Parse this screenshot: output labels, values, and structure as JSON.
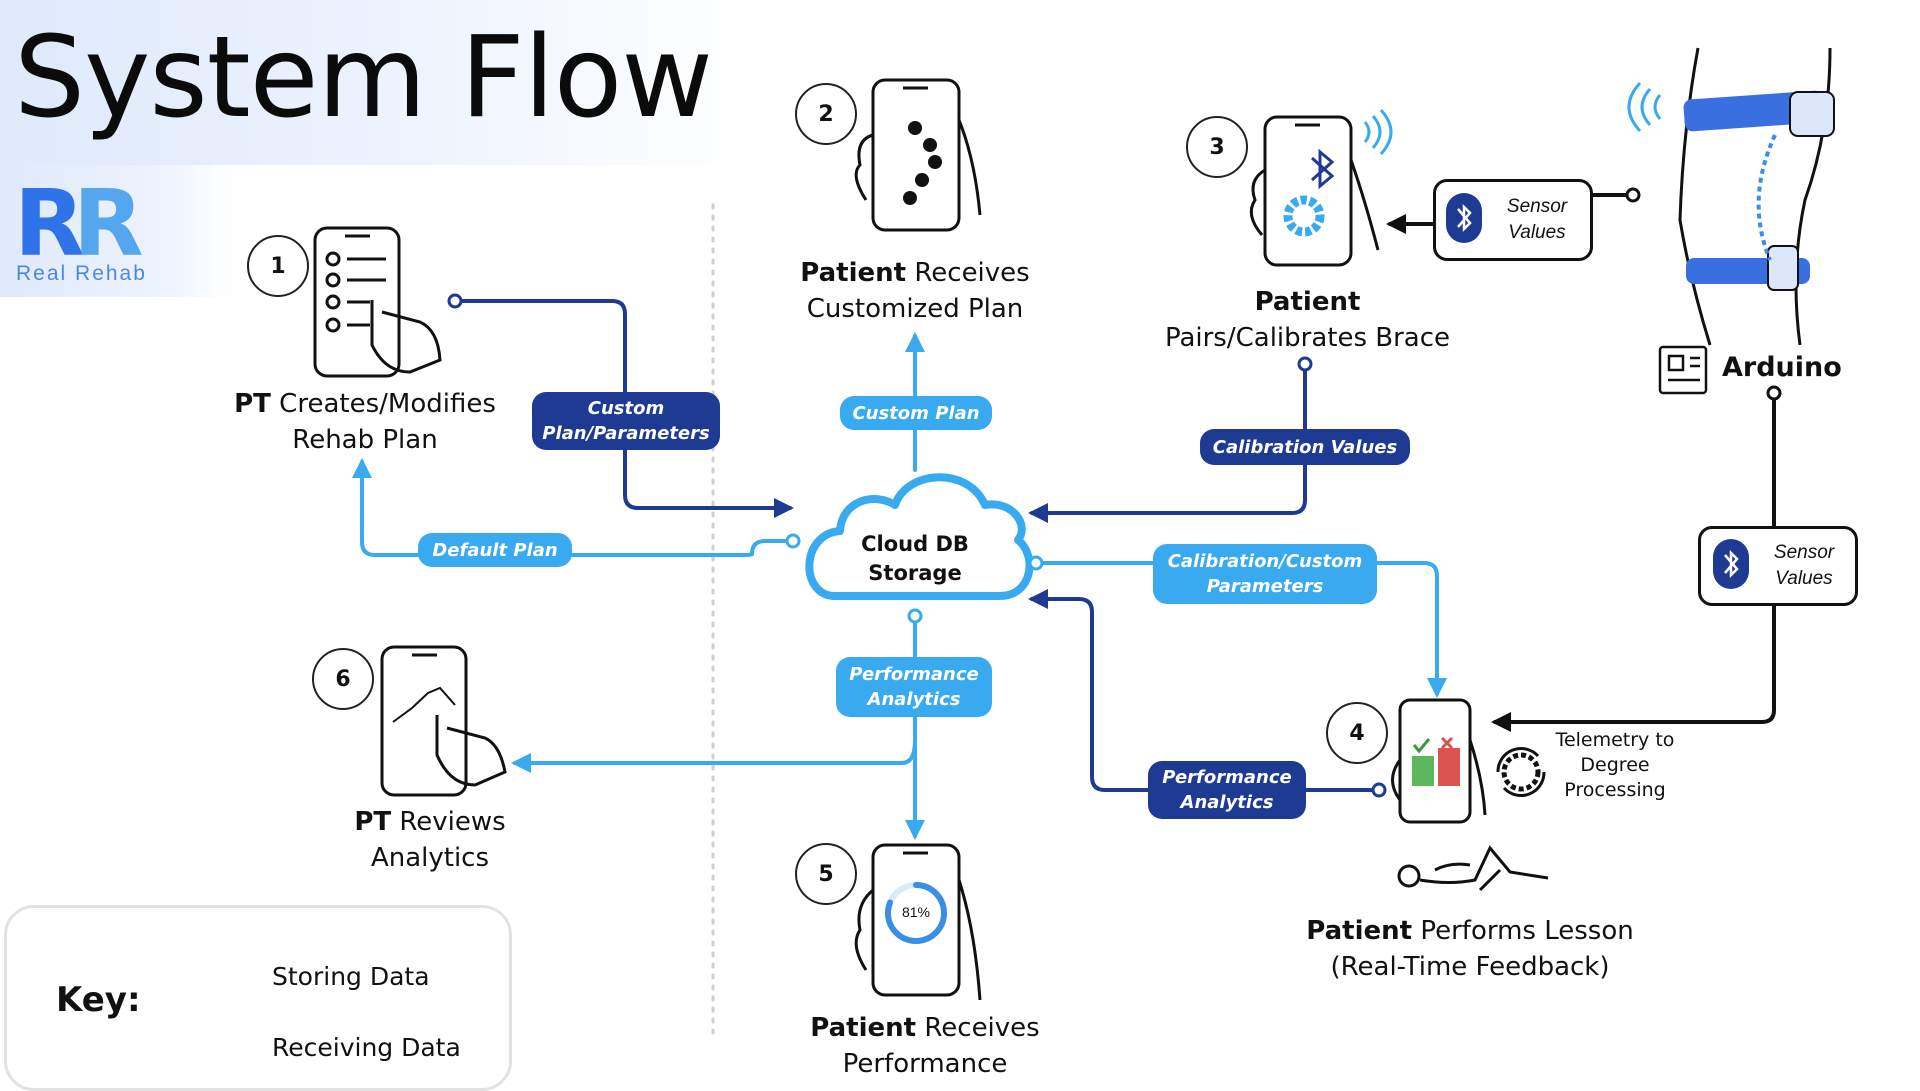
{
  "title": "System Flow",
  "logo": {
    "mark_left": "R",
    "mark_right": "R",
    "text": "Real Rehab"
  },
  "steps": [
    {
      "number": "1",
      "bold": "PT",
      "text_line1": " Creates/Modifies",
      "text_line2": "Rehab Plan"
    },
    {
      "number": "2",
      "bold": "Patient",
      "text_line1": " Receives",
      "text_line2": "Customized Plan"
    },
    {
      "number": "3",
      "bold": "Patient",
      "text_line1": "",
      "text_line2": "Pairs/Calibrates Brace"
    },
    {
      "number": "4",
      "bold": "Patient",
      "text_line1": " Performs Lesson",
      "text_line2": "(Real-Time Feedback)"
    },
    {
      "number": "5",
      "bold": "Patient",
      "text_line1": " Receives",
      "text_line2": "Performance"
    },
    {
      "number": "6",
      "bold": "PT",
      "text_line1": " Reviews",
      "text_line2": "Analytics"
    }
  ],
  "cloud": {
    "line1": "Cloud DB",
    "line2": "Storage"
  },
  "pills": {
    "custom_plan_params": {
      "line1": "Custom",
      "line2": "Plan/Parameters"
    },
    "default_plan": "Default Plan",
    "custom_plan": "Custom Plan",
    "calibration_values": "Calibration Values",
    "calibration_custom": {
      "line1": "Calibration/Custom",
      "line2": "Parameters"
    },
    "performance_analytics_light": {
      "line1": "Performance",
      "line2": "Analytics"
    },
    "performance_analytics_dark": {
      "line1": "Performance",
      "line2": "Analytics"
    }
  },
  "sensor_box_top": {
    "line1": "Sensor",
    "line2": "Values"
  },
  "sensor_box_right": {
    "line1": "Sensor",
    "line2": "Values"
  },
  "arduino_label": "Arduino",
  "telemetry": {
    "line1": "Telemetry to",
    "line2": "Degree",
    "line3": "Processing"
  },
  "progress_label": "81%",
  "progress_value": 0.81,
  "key": {
    "title": "Key:",
    "storing": "Storing Data",
    "receiving": "Receiving Data"
  },
  "colors": {
    "storing": "#1f3a93",
    "receiving": "#3aaaf0",
    "logo": "#2e74e8"
  }
}
